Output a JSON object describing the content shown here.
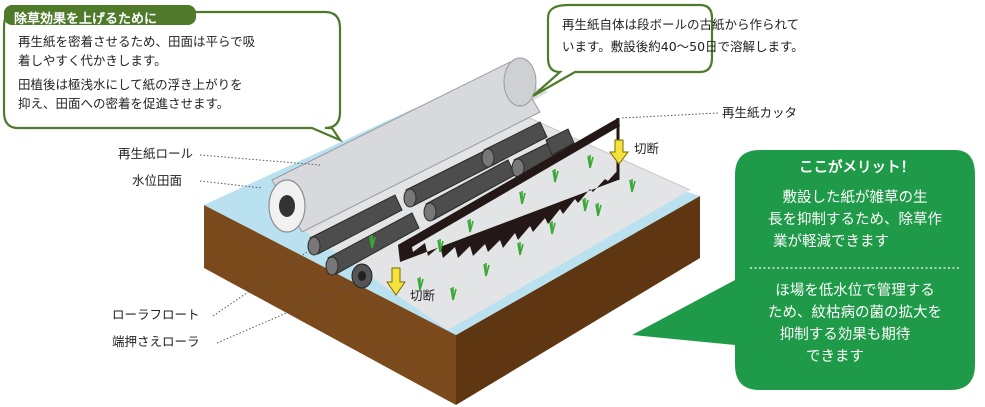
{
  "callout_weeding": {
    "title": "除草効果を上げるために",
    "lines": [
      "再生紙を密着させるため、田面は平らで吸",
      "着しやすく代かきします。",
      "田植後は極浅水にして紙の浮き上がりを",
      "抑え、田面への密着を促進させます。"
    ]
  },
  "callout_paper": {
    "lines": [
      "再生紙自体は段ボールの古紙から作られて",
      "います。敷設後約40〜50日で溶解します。"
    ]
  },
  "labels": {
    "paper_roll": "再生紙ロール",
    "water_surface": "水位田面",
    "roller_float": "ローラフロート",
    "edge_roller": "端押さえローラ",
    "paper_cutter": "再生紙カッタ",
    "cut_top": "切断",
    "cut_bottom": "切断"
  },
  "merit": {
    "title": "ここがメリット！",
    "point1": [
      "敷設した紙が雑草の生",
      "長を抑制するため、除草作",
      "業が軽減できます"
    ],
    "point2": [
      "ほ場を低水位で管理する",
      "ため、紋枯病の菌の拡大を",
      "抑制する効果も期待",
      "できます"
    ]
  },
  "colors": {
    "callout_border": "#4e7a2a",
    "callout_fill": "#ffffff",
    "merit_green": "#1f9a48",
    "soil_front": "#7a4a1c",
    "soil_side": "#5e3612",
    "water": "#b9e1ef",
    "paper": "#e3e4e6",
    "roll": "#d8d9dc",
    "roller": "#4d4d4d",
    "seedling": "#39a935",
    "cutter": "#231815",
    "arrow": "#f5e23a"
  }
}
